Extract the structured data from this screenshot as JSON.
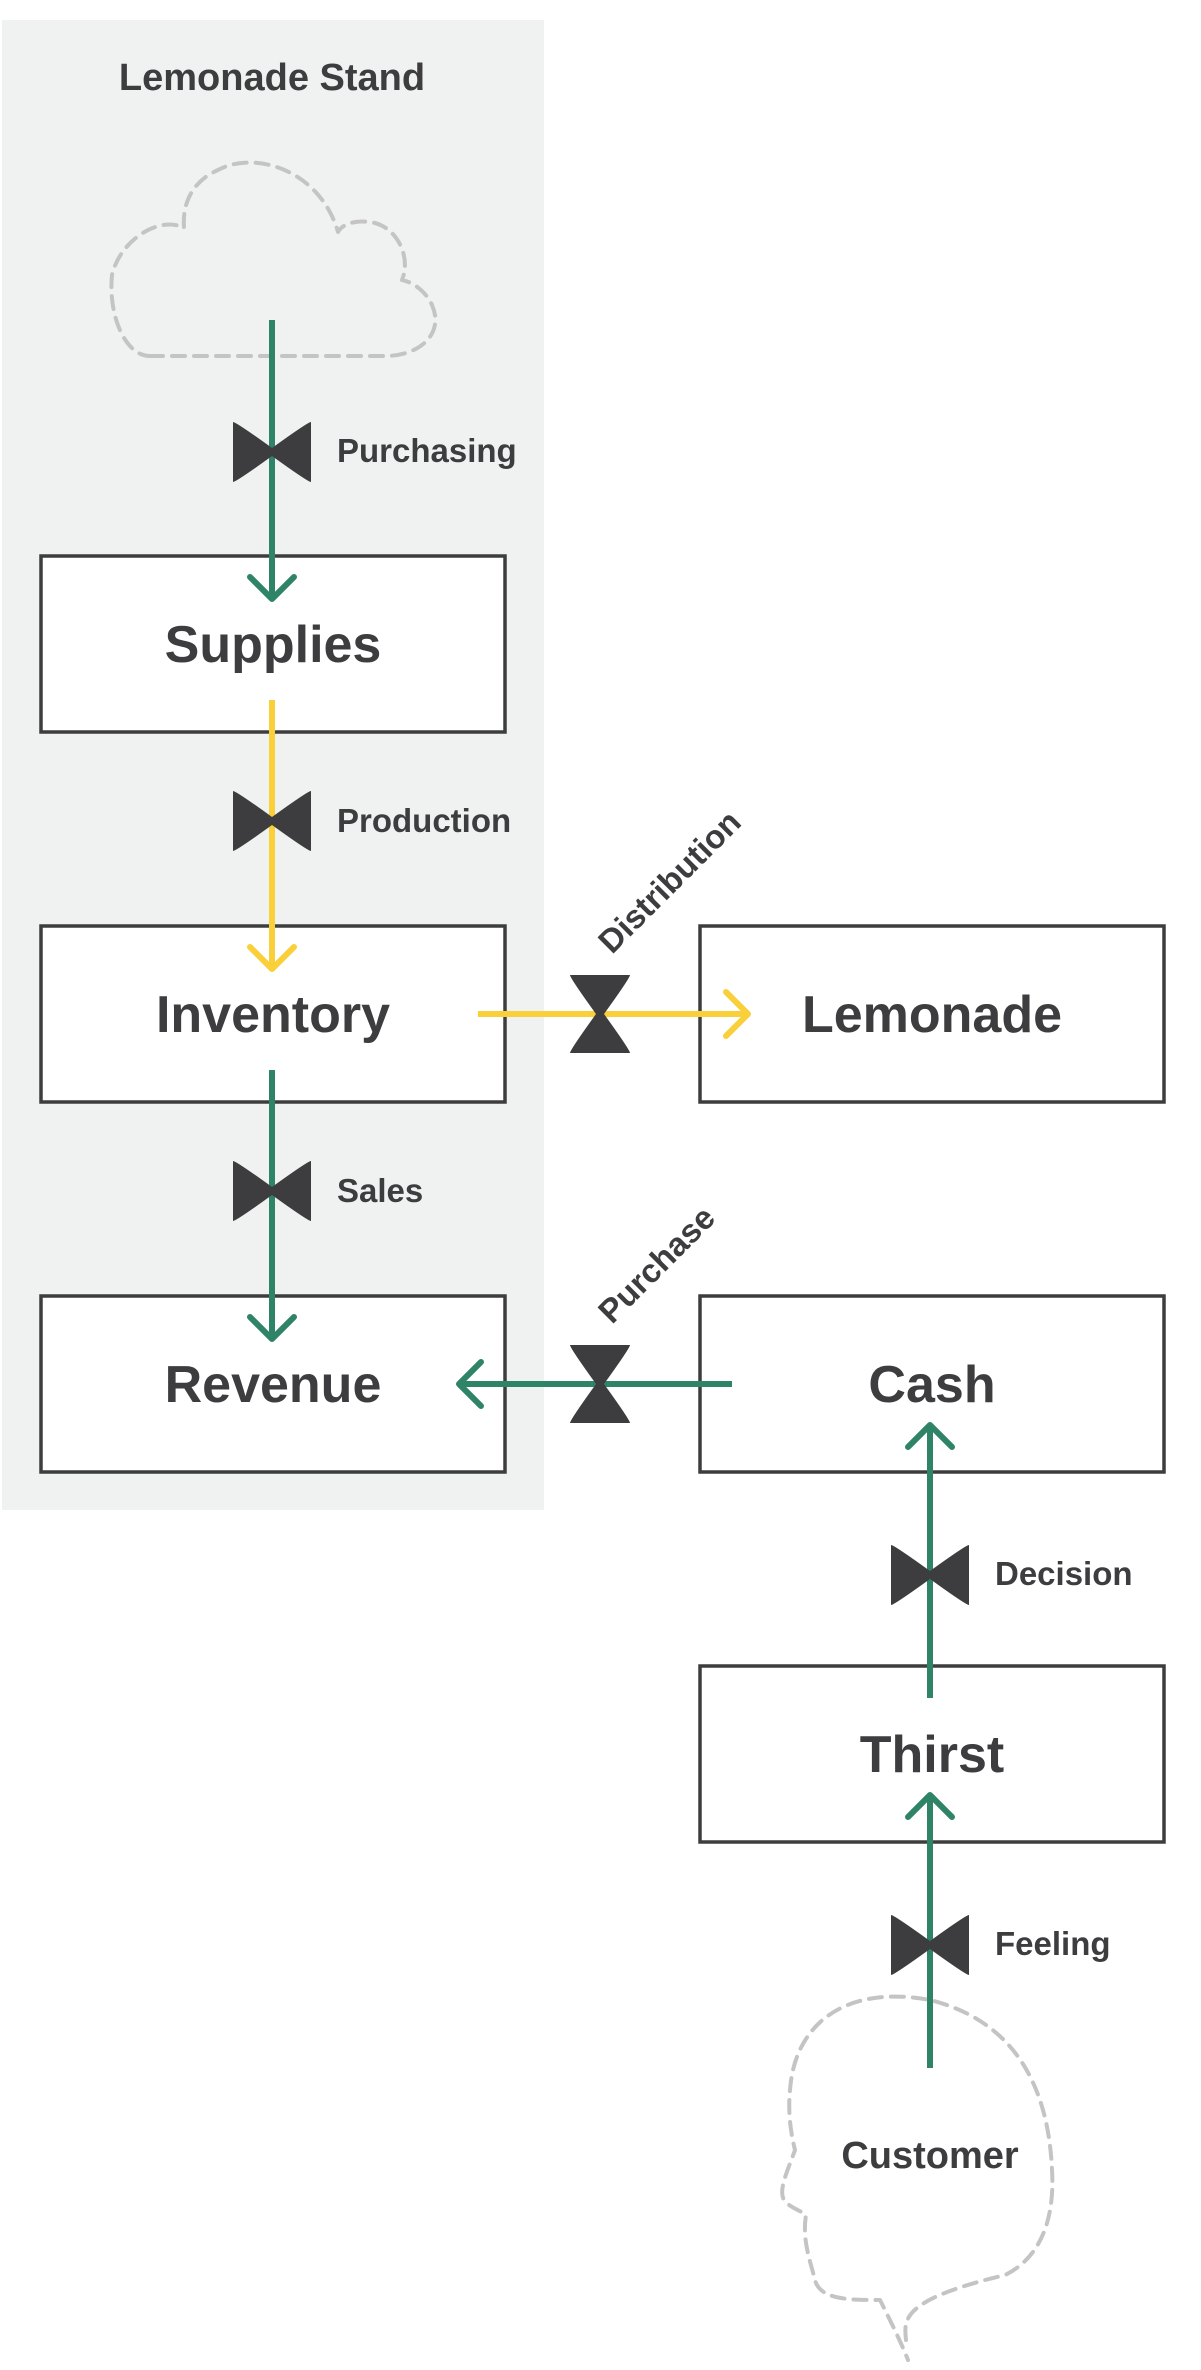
{
  "diagram": {
    "group_title": "Lemonade Stand",
    "stocks": {
      "supplies": "Supplies",
      "inventory": "Inventory",
      "revenue": "Revenue",
      "lemonade": "Lemonade",
      "cash": "Cash",
      "thirst": "Thirst"
    },
    "flows": {
      "purchasing": "Purchasing",
      "production": "Production",
      "sales": "Sales",
      "distribution": "Distribution",
      "purchase": "Purchase",
      "decision": "Decision",
      "feeling": "Feeling"
    },
    "source_label": "Customer"
  },
  "colors": {
    "material_flow": "#f9cf3a",
    "money_flow": "#2f8467",
    "valve": "#3d3d3f",
    "group_background": "#f0f2f1",
    "text": "#3d3d3f"
  }
}
